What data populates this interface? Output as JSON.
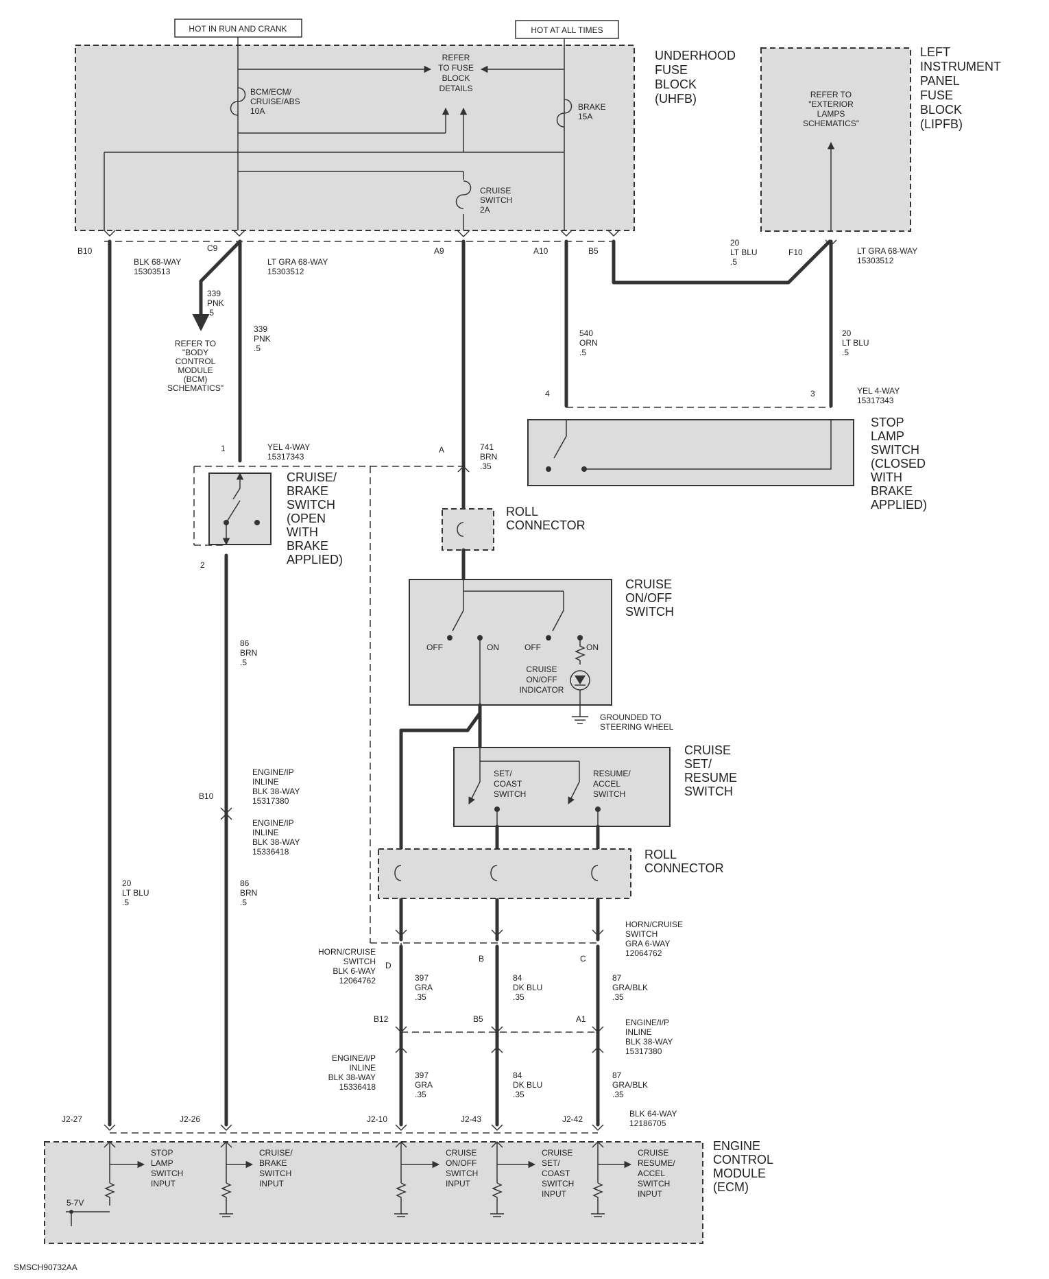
{
  "labels": {
    "hot_run_crank": "HOT IN RUN AND CRANK",
    "hot_all_times": "HOT AT ALL TIMES",
    "refer_fuse": [
      "REFER",
      "TO FUSE",
      "BLOCK",
      "DETAILS"
    ],
    "uhfb": [
      "UNDERHOOD",
      "FUSE",
      "BLOCK",
      "(UHFB)"
    ],
    "lipfb": [
      "LEFT",
      "INSTRUMENT",
      "PANEL",
      "FUSE",
      "BLOCK",
      "(LIPFB)"
    ],
    "refer_ext": [
      "REFER TO",
      "\"EXTERIOR",
      "LAMPS",
      "SCHEMATICS\""
    ],
    "fuse_bcm": [
      "BCM/ECM/",
      "CRUISE/ABS",
      "10A"
    ],
    "fuse_brake": [
      "BRAKE",
      "15A"
    ],
    "fuse_cruise": [
      "CRUISE",
      "SWITCH",
      "2A"
    ],
    "pin_b10": "B10",
    "pin_c9": "C9",
    "pin_a9": "A9",
    "pin_a10": "A10",
    "pin_b5": "B5",
    "pin_f10": "F10",
    "conn_blk68": [
      "BLK 68-WAY",
      "15303513"
    ],
    "conn_ltgra68": [
      "LT GRA 68-WAY",
      "15303512"
    ],
    "conn_ltgra68_r": [
      "LT GRA 68-WAY",
      "15303512"
    ],
    "w339_a": [
      "339",
      "PNK",
      ".5"
    ],
    "w339_b": [
      "339",
      "PNK",
      ".5"
    ],
    "refer_bcm": [
      "REFER TO",
      "\"BODY",
      "CONTROL",
      "MODULE",
      "(BCM)",
      "SCHEMATICS\""
    ],
    "w20_top": [
      "20",
      "LT BLU",
      ".5"
    ],
    "w540": [
      "540",
      "ORN",
      ".5"
    ],
    "w20_right": [
      "20",
      "LT BLU",
      ".5"
    ],
    "pin_4": "4",
    "pin_3": "3",
    "conn_yel4_stop": [
      "YEL 4-WAY",
      "15317343"
    ],
    "stop_lamp": [
      "STOP",
      "LAMP",
      "SWITCH",
      "(CLOSED",
      "WITH",
      "BRAKE",
      "APPLIED)"
    ],
    "pin_1": "1",
    "conn_yel4_cb": [
      "YEL 4-WAY",
      "15317343"
    ],
    "pin_a": "A",
    "w741": [
      "741",
      "BRN",
      ".35"
    ],
    "cruise_brake": [
      "CRUISE/",
      "BRAKE",
      "SWITCH",
      "(OPEN",
      "WITH",
      "BRAKE",
      "APPLIED)"
    ],
    "pin_2": "2",
    "roll_conn_1": [
      "ROLL",
      "CONNECTOR"
    ],
    "cruise_onoff": [
      "CRUISE",
      "ON/OFF",
      "SWITCH"
    ],
    "off_1": "OFF",
    "on_1": "ON",
    "off_2": "OFF",
    "on_2": "ON",
    "indicator": [
      "CRUISE",
      "ON/OFF",
      "INDICATOR"
    ],
    "grounded": [
      "GROUNDED TO",
      "STEERING WHEEL"
    ],
    "w86_a": [
      "86",
      "BRN",
      ".5"
    ],
    "cruise_setres": [
      "CRUISE",
      "SET/",
      "RESUME",
      "SWITCH"
    ],
    "set_coast": [
      "SET/",
      "COAST",
      "SWITCH"
    ],
    "resume_accel": [
      "RESUME/",
      "ACCEL",
      "SWITCH"
    ],
    "pin_b10_inline": "B10",
    "eng_ip_inline_1": [
      "ENGINE/IP",
      "INLINE",
      "BLK 38-WAY",
      "15317380"
    ],
    "eng_ip_inline_2": [
      "ENGINE/IP",
      "INLINE",
      "BLK 38-WAY",
      "15336418"
    ],
    "roll_conn_2": [
      "ROLL",
      "CONNECTOR"
    ],
    "w20_left": [
      "20",
      "LT BLU",
      ".5"
    ],
    "w86_b": [
      "86",
      "BRN",
      ".5"
    ],
    "horn_gra": [
      "HORN/CRUISE",
      "SWITCH",
      "GRA 6-WAY",
      "12064762"
    ],
    "horn_blk": [
      "HORN/CRUISE",
      "SWITCH",
      "BLK 6-WAY",
      "12064762"
    ],
    "pin_d": "D",
    "pin_b": "B",
    "pin_c": "C",
    "w397_a": [
      "397",
      "GRA",
      ".35"
    ],
    "w84_a": [
      "84",
      "DK BLU",
      ".35"
    ],
    "w87_a": [
      "87",
      "GRA/BLK",
      ".35"
    ],
    "pin_b12": "B12",
    "pin_b5_inline": "B5",
    "pin_a1": "A1",
    "eng_i_p_inline_r": [
      "ENGINE/I/P",
      "INLINE",
      "BLK 38-WAY",
      "15317380"
    ],
    "eng_i_p_inline_l": [
      "ENGINE/I/P",
      "INLINE",
      "BLK 38-WAY",
      "15336418"
    ],
    "w397_b": [
      "397",
      "GRA",
      ".35"
    ],
    "w84_b": [
      "84",
      "DK BLU",
      ".35"
    ],
    "w87_b": [
      "87",
      "GRA/BLK",
      ".35"
    ],
    "pin_j2_27": "J2-27",
    "pin_j2_26": "J2-26",
    "pin_j2_10": "J2-10",
    "pin_j2_43": "J2-43",
    "pin_j2_42": "J2-42",
    "conn_blk64": [
      "BLK 64-WAY",
      "12186705"
    ],
    "ecm": [
      "ENGINE",
      "CONTROL",
      "MODULE",
      "(ECM)"
    ],
    "in_stop": [
      "STOP",
      "LAMP",
      "SWITCH",
      "INPUT"
    ],
    "in_cb": [
      "CRUISE/",
      "BRAKE",
      "SWITCH",
      "INPUT"
    ],
    "in_onoff": [
      "CRUISE",
      "ON/OFF",
      "SWITCH",
      "INPUT"
    ],
    "in_setcoast": [
      "CRUISE",
      "SET/",
      "COAST",
      "SWITCH",
      "INPUT"
    ],
    "in_resume": [
      "CRUISE",
      "RESUME/",
      "ACCEL",
      "SWITCH",
      "INPUT"
    ],
    "v57": "5-7V",
    "footer": "SMSCH90732AA"
  }
}
